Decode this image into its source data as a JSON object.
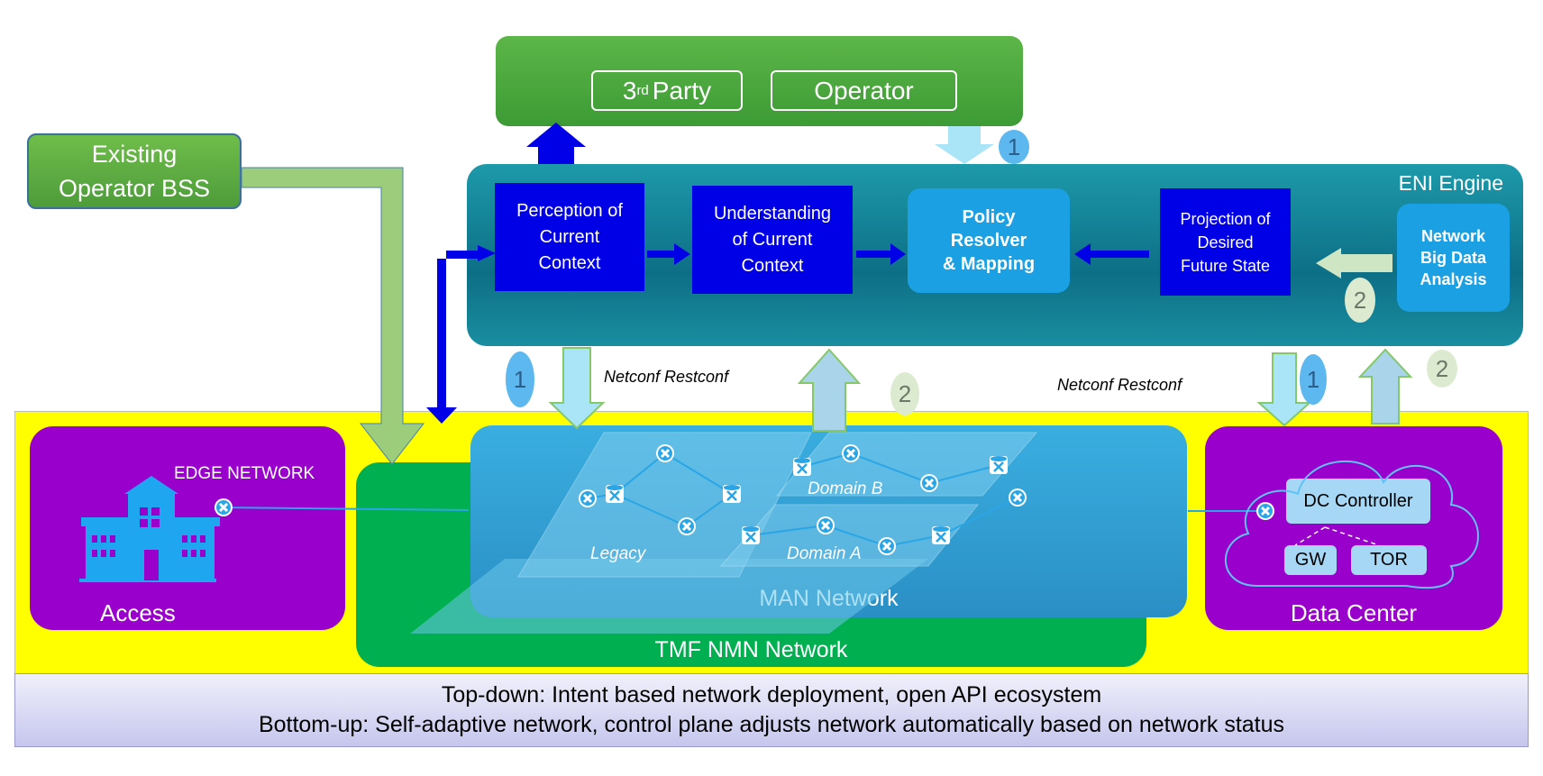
{
  "top": {
    "party": "3rd Party",
    "party_sup": "rd",
    "operator": "Operator"
  },
  "bss": {
    "line1": "Existing",
    "line2": "Operator BSS"
  },
  "eni": {
    "title": "ENI Engine",
    "perception": [
      "Perception of",
      "Current",
      "Context"
    ],
    "understanding": [
      "Understanding",
      "of Current",
      "Context"
    ],
    "policy": [
      "Policy",
      "Resolver",
      "& Mapping"
    ],
    "projection": [
      "Projection of",
      "Desired",
      "Future State"
    ],
    "bigdata": [
      "Network",
      "Big Data",
      "Analysis"
    ]
  },
  "badges": {
    "one": "1",
    "two": "2"
  },
  "protocol_label": "Netconf  Restconf",
  "access": {
    "title": "Access",
    "edge": "EDGE NETWORK"
  },
  "man": {
    "title": "MAN Network",
    "legacy": "Legacy",
    "domain_a": "Domain A",
    "domain_b": "Domain B"
  },
  "tmf": {
    "title": "TMF NMN Network"
  },
  "dc": {
    "title": "Data Center",
    "controller": "DC Controller",
    "gw": "GW",
    "tor": "TOR"
  },
  "bottom": {
    "line1": "Top-down: Intent based network deployment,  open API ecosystem",
    "line2": "Bottom-up:  Self-adaptive network, control plane adjusts network automatically based on network status"
  },
  "colors": {
    "eni": "#0d6f86",
    "dark_blue": "#0000e6",
    "light_blue": "#1ba1e3",
    "green": "#3d9b35",
    "yellow": "#ffff00",
    "purple": "#9900cc",
    "tmf_green": "#00b050",
    "man_blue": "#2a8fc4",
    "arrow_light": "#a9e4f7"
  }
}
